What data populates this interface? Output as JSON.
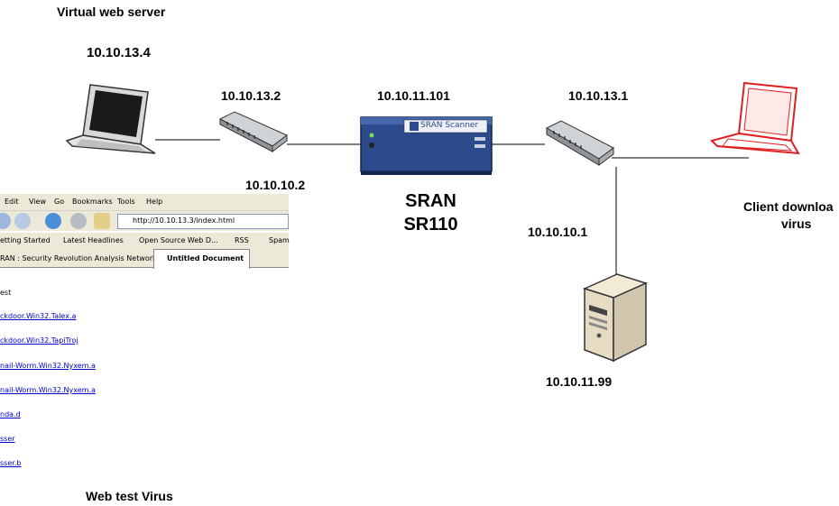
{
  "diagram": {
    "virtual_server": {
      "caption": "Virtual web server",
      "ip": "10.10.13.4"
    },
    "left_switch": {
      "ip_top": "10.10.13.2",
      "ip_bottom": "10.10.10.2"
    },
    "sran": {
      "ip": "10.10.11.101",
      "name_line1": "SRAN",
      "name_line2": "SR110",
      "panel_label": "SRAN Scanner"
    },
    "right_switch": {
      "ip_top": "10.10.13.1",
      "ip_bottom": "10.10.10.1"
    },
    "client": {
      "caption_line1": "Client downloa",
      "caption_line2": "virus"
    },
    "server": {
      "ip": "10.10.11.99"
    },
    "web_test_caption": "Web test Virus"
  },
  "browser": {
    "menu": [
      "Edit",
      "View",
      "Go",
      "Bookmarks",
      "Tools",
      "Help"
    ],
    "url": "http://10.10.13.3/index.html",
    "bookmarks": [
      "etting Started",
      "Latest Headlines",
      "Open Source Web D...",
      "RSS",
      "Spam"
    ],
    "tabs": [
      "RAN : Security Revolution Analysis Network",
      "Untitled Document"
    ],
    "page_heading": "est",
    "links": [
      "ckdoor.Win32.Talex.a",
      "ckdoor.Win32.TapiTroj",
      "nail-Worm.Win32.Nyxem.a",
      "nail-Worm.Win32.Nyxem.a",
      "nda.d",
      "sser",
      "sser.b"
    ]
  },
  "colors": {
    "sran_box": "#2c4a8c",
    "client_laptop": "#e02020",
    "line": "#000000"
  }
}
